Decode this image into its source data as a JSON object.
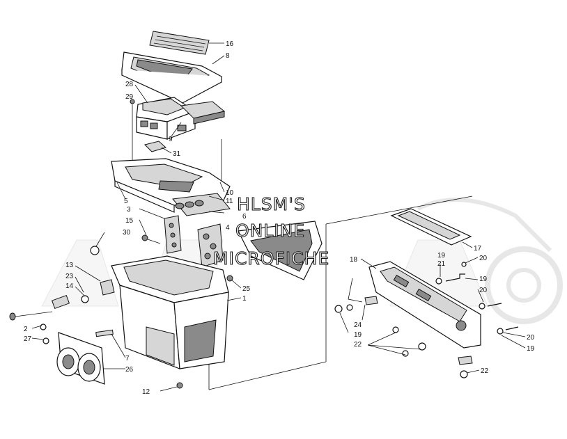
{
  "watermark": {
    "line1": "HLSM'S",
    "line2": "ONLINE",
    "line3": "MICROFICHE"
  },
  "callouts": [
    {
      "key": "c16",
      "text": "16"
    },
    {
      "key": "c8",
      "text": "8"
    },
    {
      "key": "c28",
      "text": "28"
    },
    {
      "key": "c29",
      "text": "29"
    },
    {
      "key": "c9",
      "text": "9"
    },
    {
      "key": "c31",
      "text": "31"
    },
    {
      "key": "c10",
      "text": "10"
    },
    {
      "key": "c11",
      "text": "11"
    },
    {
      "key": "c5",
      "text": "5"
    },
    {
      "key": "c6",
      "text": "6"
    },
    {
      "key": "c3",
      "text": "3"
    },
    {
      "key": "c4",
      "text": "4"
    },
    {
      "key": "c15",
      "text": "15"
    },
    {
      "key": "c30",
      "text": "30"
    },
    {
      "key": "c13",
      "text": "13"
    },
    {
      "key": "c23",
      "text": "23"
    },
    {
      "key": "c14",
      "text": "14"
    },
    {
      "key": "c25",
      "text": "25"
    },
    {
      "key": "c1",
      "text": "1"
    },
    {
      "key": "c2",
      "text": "2"
    },
    {
      "key": "c27",
      "text": "27"
    },
    {
      "key": "c7",
      "text": "7"
    },
    {
      "key": "c26",
      "text": "26"
    },
    {
      "key": "c12",
      "text": "12"
    },
    {
      "key": "c17",
      "text": "17"
    },
    {
      "key": "c18",
      "text": "18"
    },
    {
      "key": "c19a",
      "text": "19"
    },
    {
      "key": "c21",
      "text": "21"
    },
    {
      "key": "c20a",
      "text": "20"
    },
    {
      "key": "c19b",
      "text": "19"
    },
    {
      "key": "c20b",
      "text": "20"
    },
    {
      "key": "c24",
      "text": "24"
    },
    {
      "key": "c19c",
      "text": "19"
    },
    {
      "key": "c22a",
      "text": "22"
    },
    {
      "key": "c20c",
      "text": "20"
    },
    {
      "key": "c19d",
      "text": "19"
    },
    {
      "key": "c22b",
      "text": "22"
    }
  ]
}
